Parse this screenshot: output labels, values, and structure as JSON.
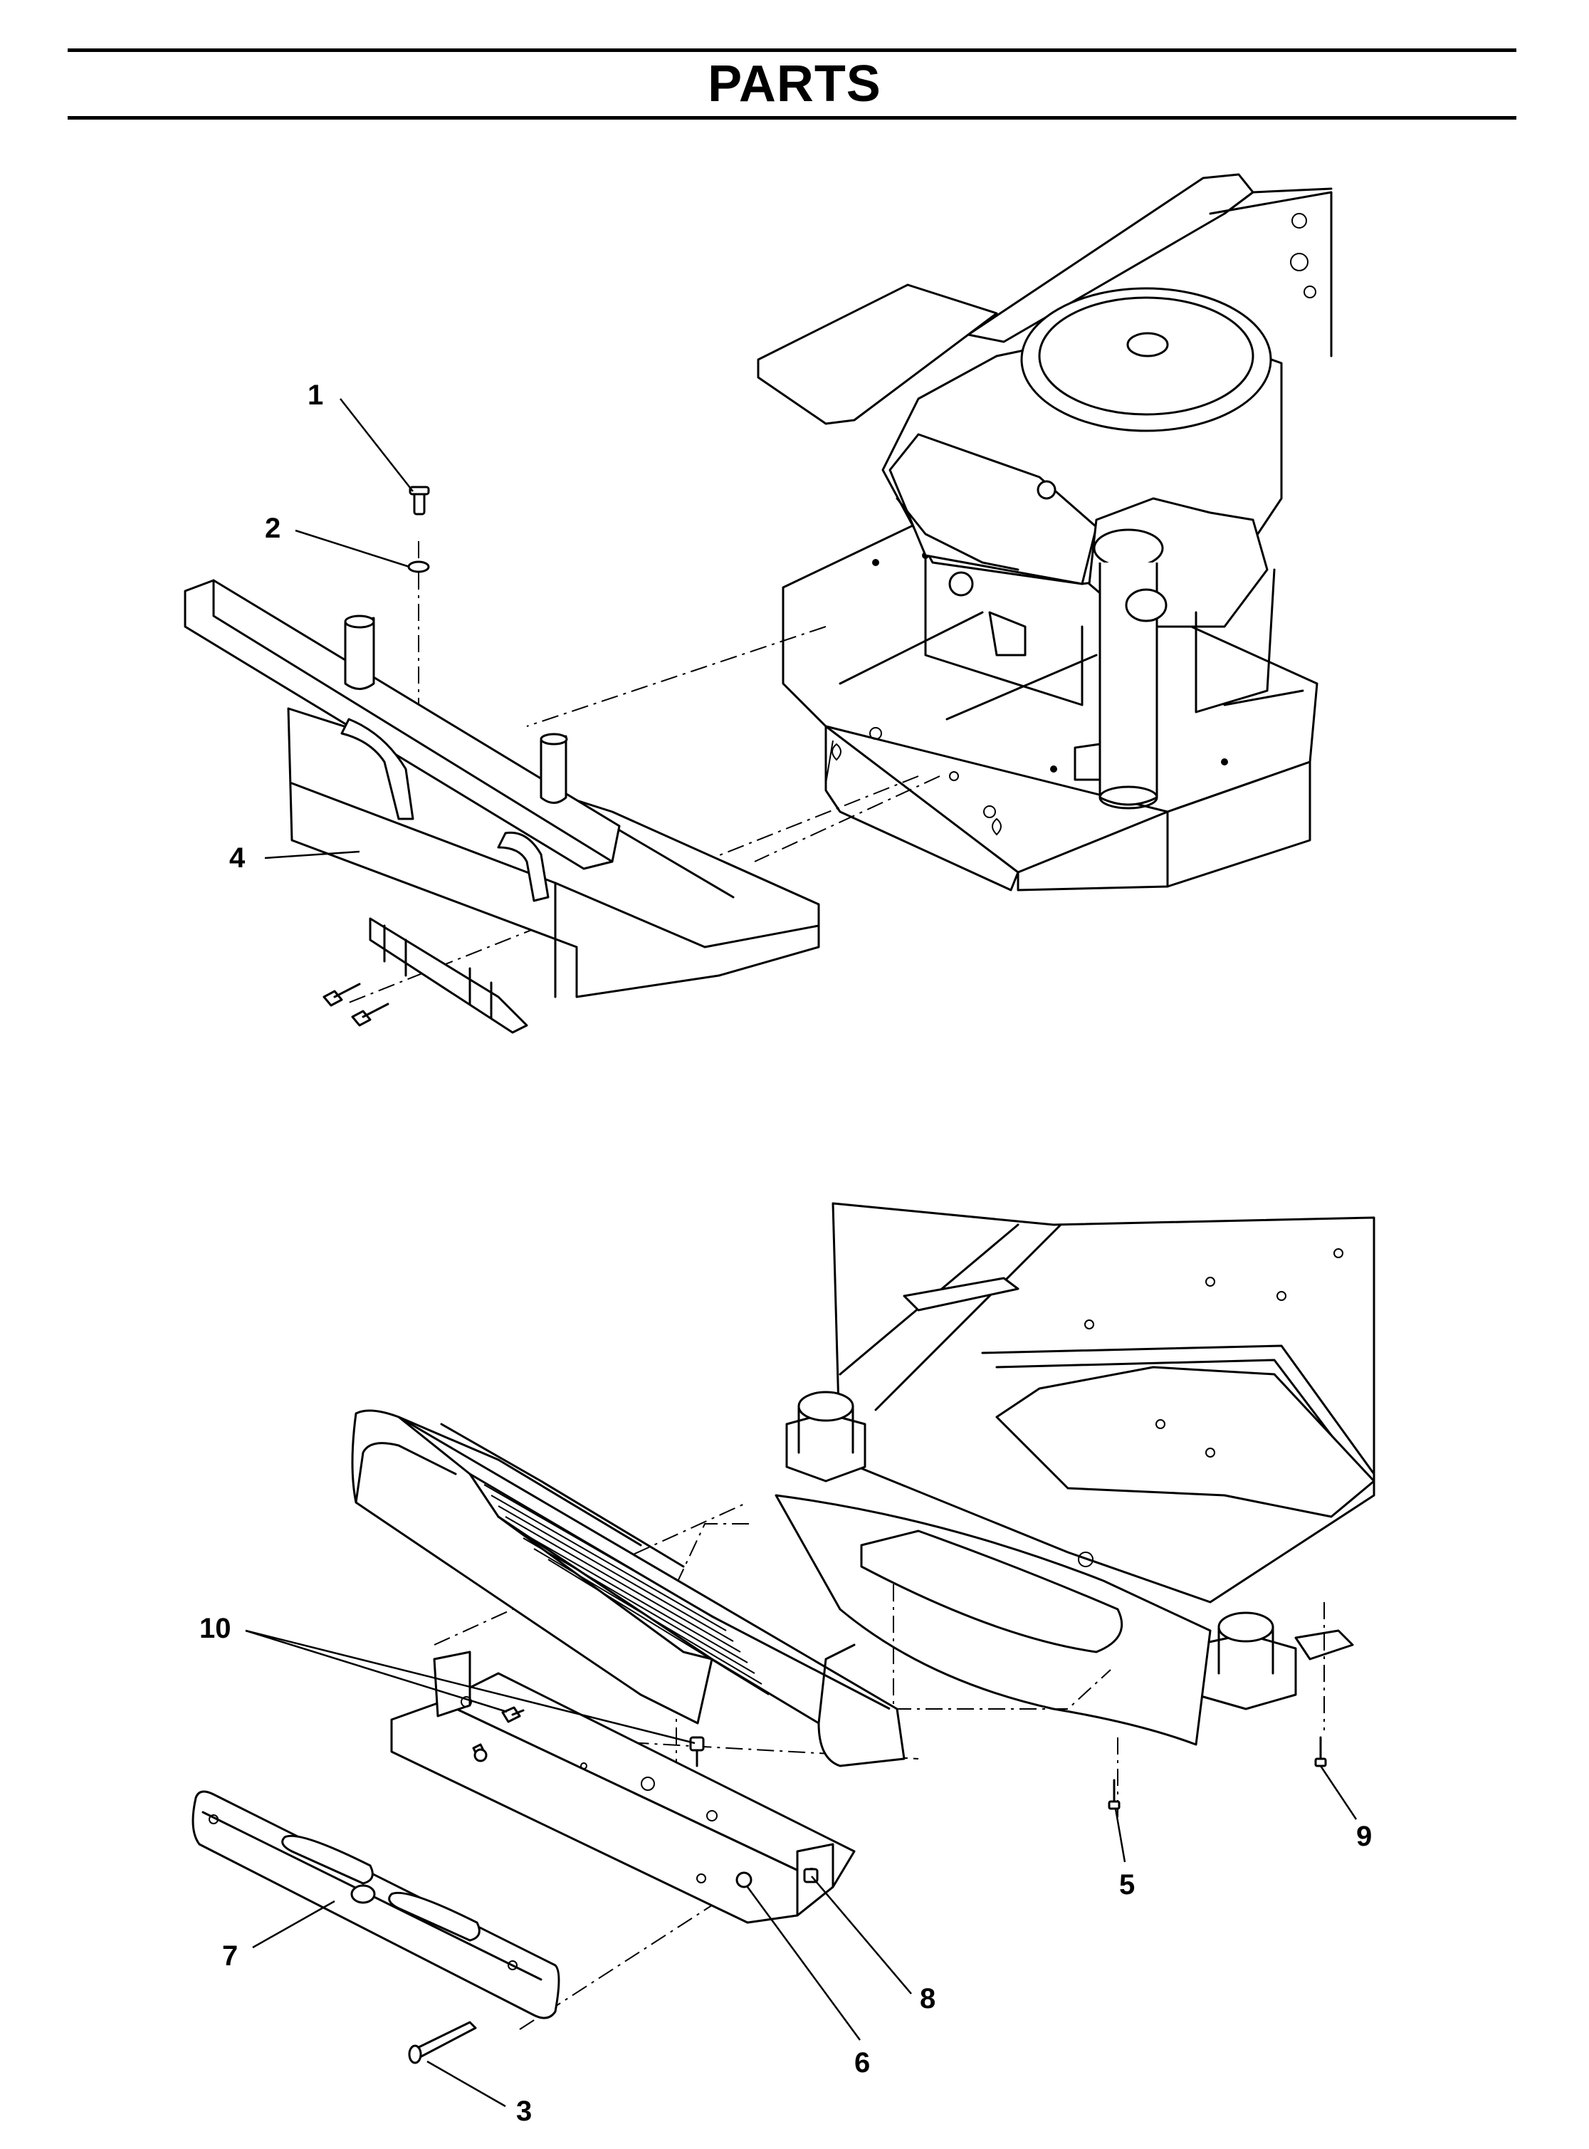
{
  "page": {
    "title": "PARTS"
  },
  "callouts": {
    "top": [
      "1",
      "2",
      "4"
    ],
    "bottom": [
      "10",
      "7",
      "3",
      "6",
      "8",
      "5",
      "9"
    ]
  },
  "colors": {
    "ink": "#000000",
    "paper": "#ffffff"
  }
}
